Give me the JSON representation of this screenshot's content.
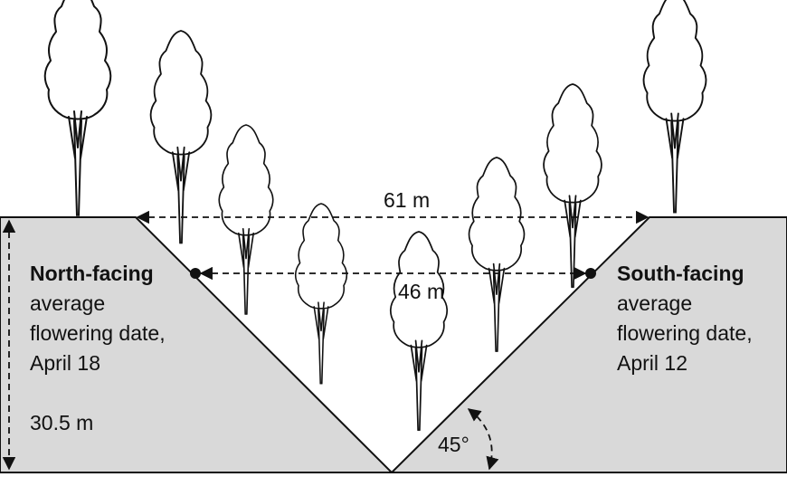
{
  "labels": {
    "width_top": "61 m",
    "width_mid": "46 m",
    "depth": "30.5 m",
    "angle": "45°"
  },
  "north_slope": {
    "title": "North-facing",
    "line1": "average",
    "line2": "flowering date,",
    "line3": "April 18"
  },
  "south_slope": {
    "title": "South-facing",
    "line1": "average",
    "line2": "flowering date,",
    "line3": "April 12"
  },
  "colors": {
    "ground": "#d9d9d9",
    "ink": "#111111",
    "background": "#ffffff"
  }
}
